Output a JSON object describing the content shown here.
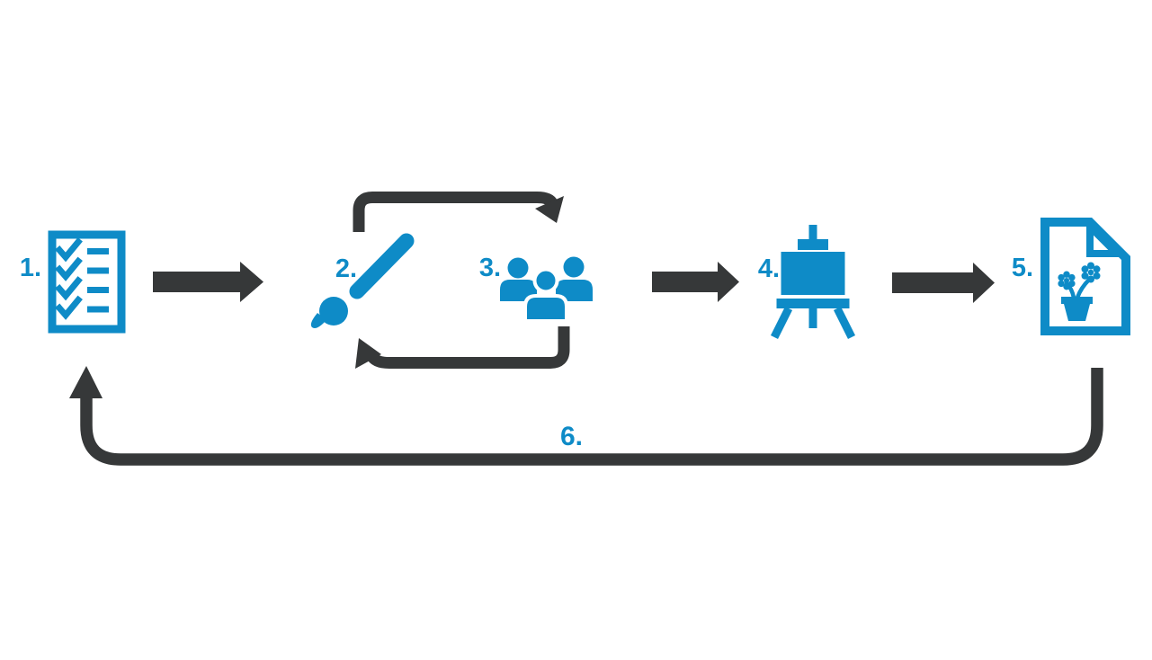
{
  "diagram": {
    "background_color": "#ffffff",
    "colors": {
      "accent_blue": "#0e8bc7",
      "arrow_dark": "#363839",
      "white": "#ffffff"
    },
    "steps": [
      {
        "number": "1.",
        "icon": "checklist-icon"
      },
      {
        "number": "2.",
        "icon": "paintbrush-icon"
      },
      {
        "number": "3.",
        "icon": "people-group-icon"
      },
      {
        "number": "4.",
        "icon": "easel-icon"
      },
      {
        "number": "5.",
        "icon": "flower-document-icon"
      },
      {
        "number": "6.",
        "icon": "return-loop-arrow"
      }
    ],
    "connectors": [
      {
        "from": "1.",
        "to": "2.",
        "shape": "solid-block-arrow-right"
      },
      {
        "from": "2.",
        "to": "3.",
        "shape": "curved-arrow-over-top"
      },
      {
        "from": "3.",
        "to": "2.",
        "shape": "curved-arrow-under-bottom"
      },
      {
        "from": "3.",
        "to": "4.",
        "shape": "solid-block-arrow-right"
      },
      {
        "from": "4.",
        "to": "5.",
        "shape": "solid-block-arrow-right"
      },
      {
        "from": "5.",
        "to": "1.",
        "shape": "large-return-loop-arrow"
      }
    ]
  }
}
